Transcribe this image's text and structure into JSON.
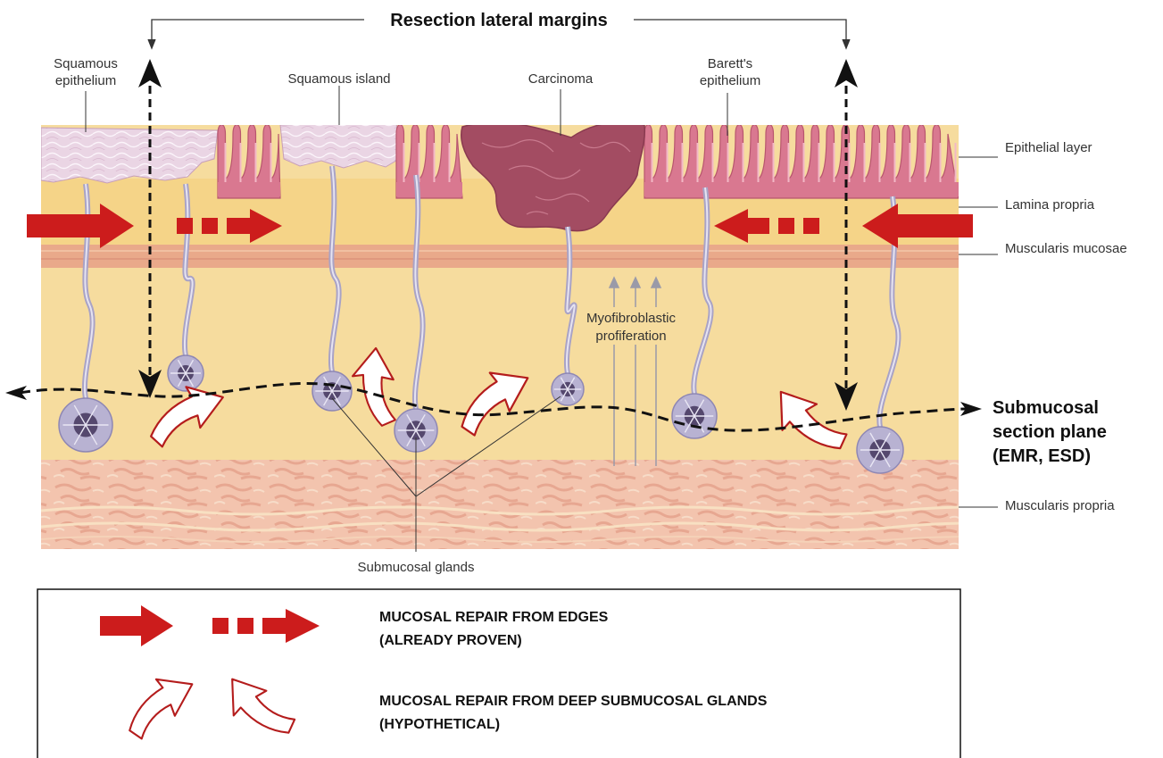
{
  "title": "Resection lateral margins",
  "labels": {
    "squamous_epithelium": [
      "Squamous",
      "epithelium"
    ],
    "squamous_island": "Squamous island",
    "carcinoma": "Carcinoma",
    "baretts_epithelium": [
      "Barett's",
      "epithelium"
    ],
    "epithelial_layer": "Epithelial layer",
    "lamina_propria": "Lamina propria",
    "muscularis_mucosae": "Muscularis mucosae",
    "muscularis_propria": "Muscularis propria",
    "myofibroblastic": [
      "Myofibroblastic",
      "profiferation"
    ],
    "submucosal_glands": "Submucosal glands",
    "section_plane": [
      "Submucosal",
      "section plane",
      "(EMR, ESD)"
    ]
  },
  "legend": {
    "edges_line1": "MUCOSAL REPAIR FROM EDGES",
    "edges_line2": "(ALREADY PROVEN)",
    "glands_line1": "MUCOSAL REPAIR FROM DEEP SUBMUCOSAL GLANDS",
    "glands_line2": "(HYPOTHETICAL)"
  },
  "colors": {
    "epithelium": "#d97890",
    "squamous": "#ecd6e4",
    "carcinoma": "#a34c62",
    "lamina": "#f5d795",
    "muscularis_mucosae": "#e9a98a",
    "submucosa": "#f6dc9e",
    "muscularis_propria": "#f3c4ae",
    "gland": "#b8b2d2",
    "arrow_red": "#cc1c1c"
  }
}
